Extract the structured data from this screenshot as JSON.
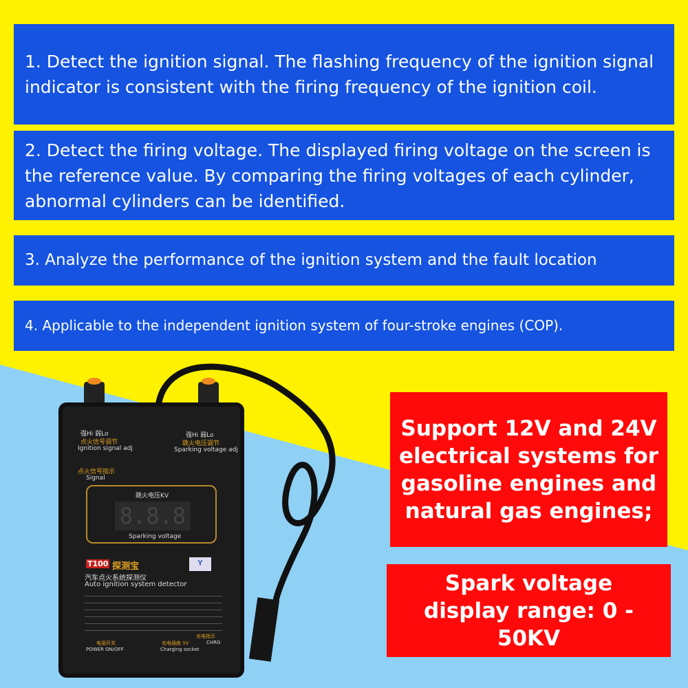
{
  "features": [
    "1. Detect the ignition signal. The flashing frequency of the ignition signal indicator is consistent with the firing frequency of the ignition coil.",
    "2. Detect the firing voltage. The displayed firing voltage on the screen is the reference value. By comparing the firing voltages of each cylinder, abnormal cylinders can be identified.",
    "3. Analyze the performance of the ignition system and the fault location",
    "4. Applicable to the independent ignition system of four-stroke engines (COP)."
  ],
  "callouts": [
    "Support 12V and 24V electrical systems for gasoline engines and natural gas engines;",
    "Spark voltage display range: 0 - 50KV"
  ],
  "device": {
    "hi_lo_left": "强Hi   弱Lo",
    "ignition_adj_cn": "点火信号调节",
    "ignition_adj": "Ignition signal adj",
    "hi_lo_right": "强Hi   弱Lo",
    "spark_adj_cn": "跳火电压调节",
    "spark_adj": "Sparking voltage adj",
    "signal_cn": "点火信号指示",
    "signal": "Signal",
    "screen_title": "跳火电压KV",
    "digits": "8.8.8",
    "screen_label": "Sparking voltage",
    "model": "T100",
    "brand_cn": "探测宝",
    "product_cn": "汽车点火系统探测仪",
    "product": "Auto ignition system detector",
    "power_cn": "电源开关",
    "power": "POWER ON/OFF",
    "charge_cn": "充电插座 5V",
    "charge": "Charging socket",
    "chrg_cn": "充电指示",
    "chrg": "CHRG"
  }
}
